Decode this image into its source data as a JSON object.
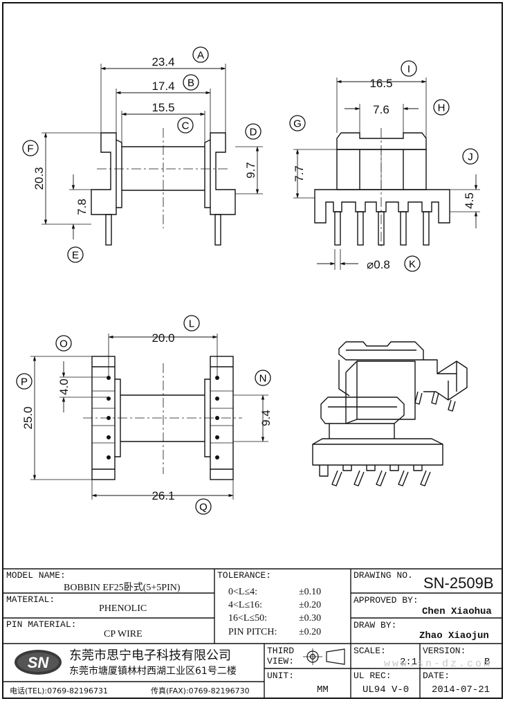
{
  "views": {
    "front": {
      "A": {
        "label": "A",
        "value": "23.4"
      },
      "B": {
        "label": "B",
        "value": "17.4"
      },
      "C": {
        "label": "C",
        "value": "15.5"
      },
      "D": {
        "label": "D",
        "value": "9.7"
      },
      "E": {
        "label": "E",
        "value": "7.8"
      },
      "F": {
        "label": "F",
        "value": "20.3"
      }
    },
    "side": {
      "I": {
        "label": "I",
        "value": "16.5"
      },
      "H": {
        "label": "H",
        "value": "7.6"
      },
      "G": {
        "label": "G",
        "value": "7.7"
      },
      "J": {
        "label": "J",
        "value": "4.5"
      },
      "K": {
        "label": "K",
        "value": "⌀0.8"
      }
    },
    "bottom": {
      "L": {
        "label": "L",
        "value": "20.0"
      },
      "O": {
        "label": "O",
        "value": "4.0"
      },
      "P": {
        "label": "P",
        "value": "25.0"
      },
      "N": {
        "label": "N",
        "value": "9.4"
      },
      "Q": {
        "label": "Q",
        "value": "26.1"
      }
    }
  },
  "title_block": {
    "model_name_label": "MODEL NAME:",
    "model_name": "BOBBIN EF25卧式(5+5PIN)",
    "material_label": "MATERIAL:",
    "material": "PHENOLIC",
    "pin_material_label": "PIN MATERIAL:",
    "pin_material": "CP WIRE",
    "tolerance_label": "TOLERANCE:",
    "tolerances": [
      {
        "range": "0<L≤4:",
        "value": "±0.10"
      },
      {
        "range": "4<L≤16:",
        "value": "±0.20"
      },
      {
        "range": "16<L≤50:",
        "value": "±0.30"
      },
      {
        "range": "PIN PITCH:",
        "value": "±0.20"
      }
    ],
    "drawing_no_label": "DRAWING NO.",
    "drawing_no": "SN-2509B",
    "approved_by_label": "APPROVED BY:",
    "approved_by": "Chen Xiaohua",
    "draw_by_label": "DRAW BY:",
    "draw_by": "Zhao Xiaojun",
    "logo": "SN",
    "company_name": "东莞市思宁电子科技有限公司",
    "company_address": "东莞市塘厦镇林村西湖工业区61号二楼",
    "tel": "电话(TEL):0769-82196731",
    "fax": "传真(FAX):0769-82196730",
    "third_view_label_1": "THIRD",
    "third_view_label_2": "VIEW:",
    "scale_label": "SCALE:",
    "scale": "2:1",
    "version_label": "VERSION:",
    "version": "B",
    "unit_label": "UNIT:",
    "unit": "MM",
    "ul_rec_label": "UL REC:",
    "ul_rec": "UL94 V-0",
    "date_label": "DATE:",
    "date": "2014-07-21",
    "watermark": "www.sn-dz.com"
  }
}
